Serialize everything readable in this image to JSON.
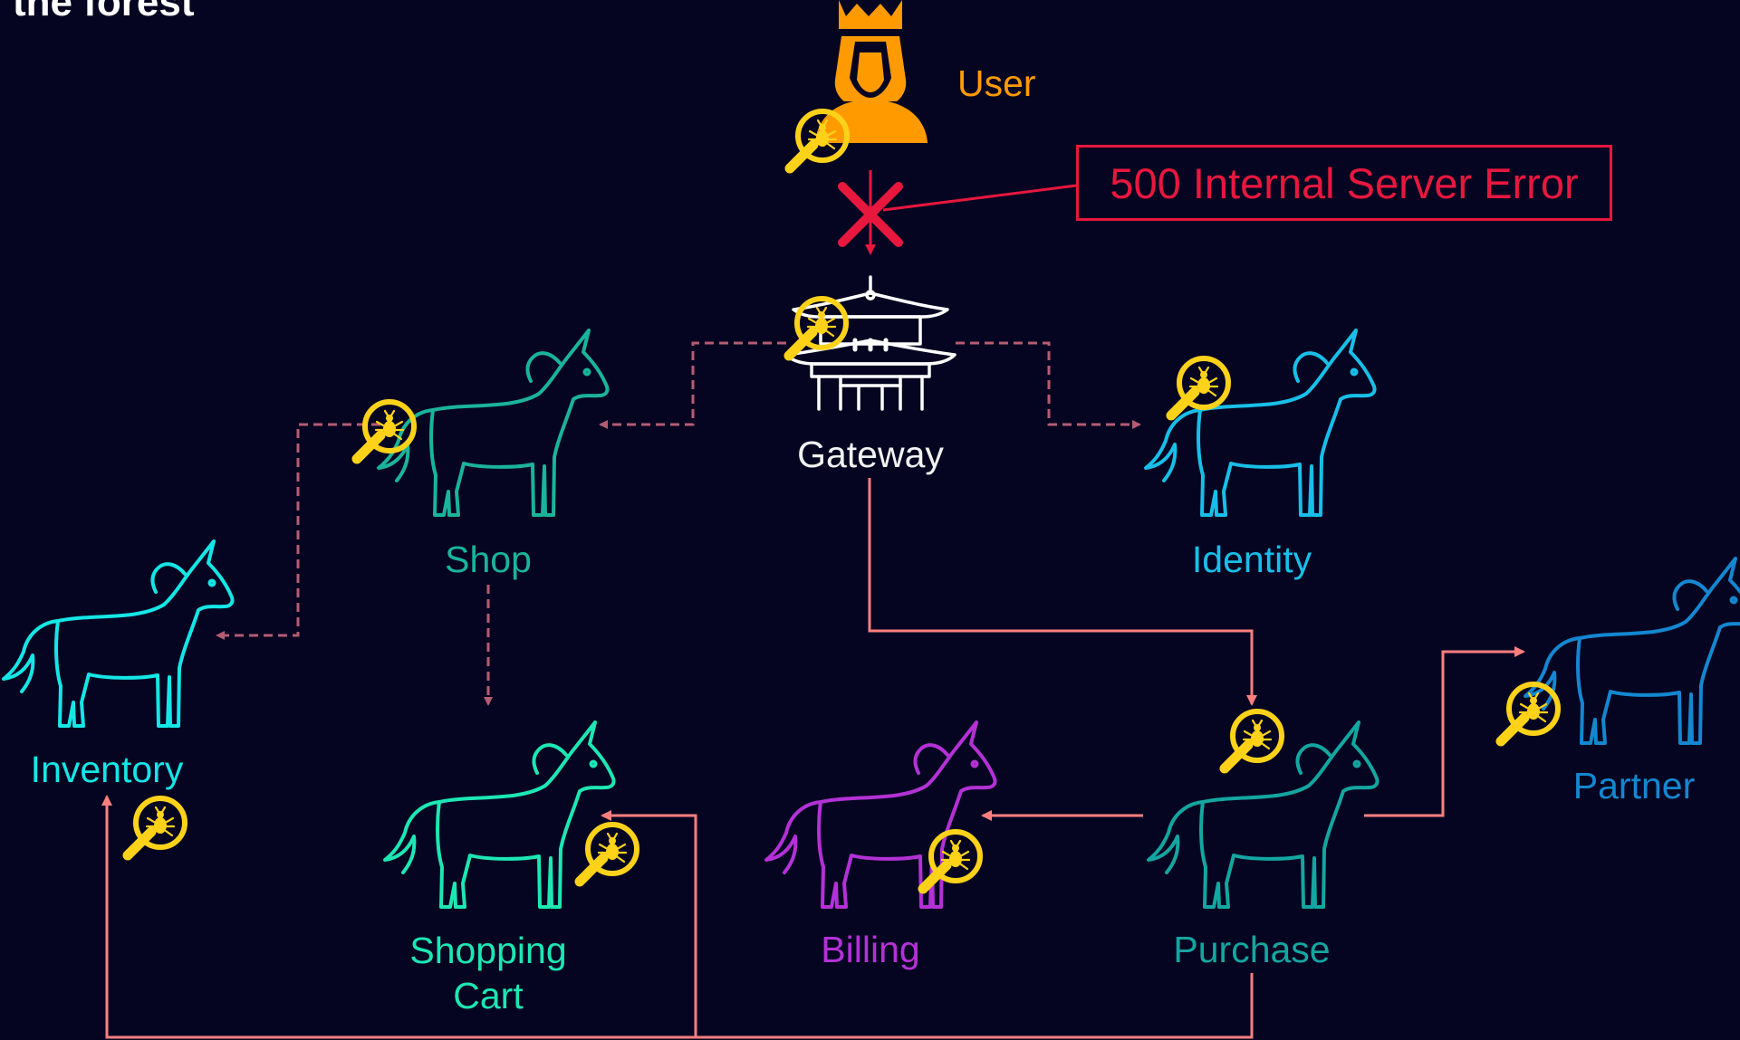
{
  "title_fragment": "the forest",
  "colors": {
    "background": "#050521",
    "user": "#ff9a00",
    "gateway": "#ffffff",
    "shop": "#1ab49a",
    "identity": "#18bfe8",
    "inventory": "#15e6e6",
    "shopping_cart": "#1de7b4",
    "billing": "#b431d6",
    "purchase": "#14a6a0",
    "partner": "#1487d0",
    "error": "#e8173e",
    "bug_badge": "#ffd21a",
    "dashed_link": "#b55c72",
    "solid_link": "#ff7f7f"
  },
  "nodes": {
    "user": {
      "label": "User",
      "icon": "user-with-crown-icon"
    },
    "gateway": {
      "label": "Gateway",
      "icon": "pagoda-icon"
    },
    "shop": {
      "label": "Shop",
      "icon": "unicorn-icon"
    },
    "identity": {
      "label": "Identity",
      "icon": "unicorn-icon"
    },
    "inventory": {
      "label": "Inventory",
      "icon": "unicorn-icon"
    },
    "shopping_cart": {
      "label_line1": "Shopping",
      "label_line2": "Cart",
      "icon": "unicorn-icon"
    },
    "billing": {
      "label": "Billing",
      "icon": "unicorn-icon"
    },
    "purchase": {
      "label": "Purchase",
      "icon": "unicorn-icon"
    },
    "partner": {
      "label": "Partner",
      "icon": "unicorn-icon"
    }
  },
  "error": {
    "message": "500 Internal Server Error",
    "icon": "red-x-icon"
  },
  "badge_icon": "bug-magnifier-icon",
  "edges": [
    {
      "from": "User",
      "to": "Gateway",
      "style": "blocked"
    },
    {
      "from": "Gateway",
      "to": "Shop",
      "style": "dashed"
    },
    {
      "from": "Gateway",
      "to": "Identity",
      "style": "dashed"
    },
    {
      "from": "Shop",
      "to": "Inventory",
      "style": "dashed"
    },
    {
      "from": "Shop",
      "to": "Shopping Cart",
      "style": "dashed"
    },
    {
      "from": "Gateway",
      "to": "Purchase",
      "style": "solid"
    },
    {
      "from": "Purchase",
      "to": "Partner",
      "style": "solid"
    },
    {
      "from": "Purchase",
      "to": "Billing",
      "style": "solid"
    },
    {
      "from": "Purchase",
      "to": "Shopping Cart",
      "style": "solid"
    },
    {
      "from": "Purchase",
      "to": "Inventory",
      "style": "solid"
    }
  ]
}
